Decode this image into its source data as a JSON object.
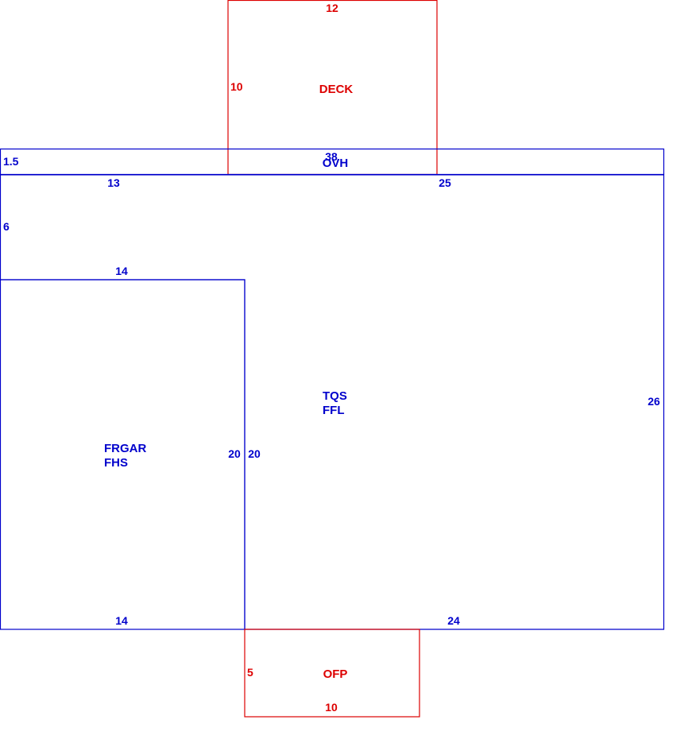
{
  "colors": {
    "structure": "#0000cc",
    "exterior": "#dd0000",
    "background": "#ffffff"
  },
  "sketch": {
    "deck": {
      "label": "DECK",
      "dims": {
        "top": "12",
        "left": "10"
      }
    },
    "overhang": {
      "label": "OVH",
      "dims": {
        "left": "1.5",
        "top": "38"
      }
    },
    "main": {
      "label_line1": "TQS",
      "label_line2": "FFL",
      "dims": {
        "top_left": "13",
        "top_right": "25",
        "left_upper": "6",
        "right": "26",
        "inner_right": "20",
        "bottom_right": "24"
      }
    },
    "garage": {
      "label_line1": "FRGAR",
      "label_line2": "FHS",
      "dims": {
        "top": "14",
        "right": "20",
        "bottom": "14"
      }
    },
    "porch": {
      "label": "OFP",
      "dims": {
        "left": "5",
        "bottom": "10"
      }
    }
  }
}
